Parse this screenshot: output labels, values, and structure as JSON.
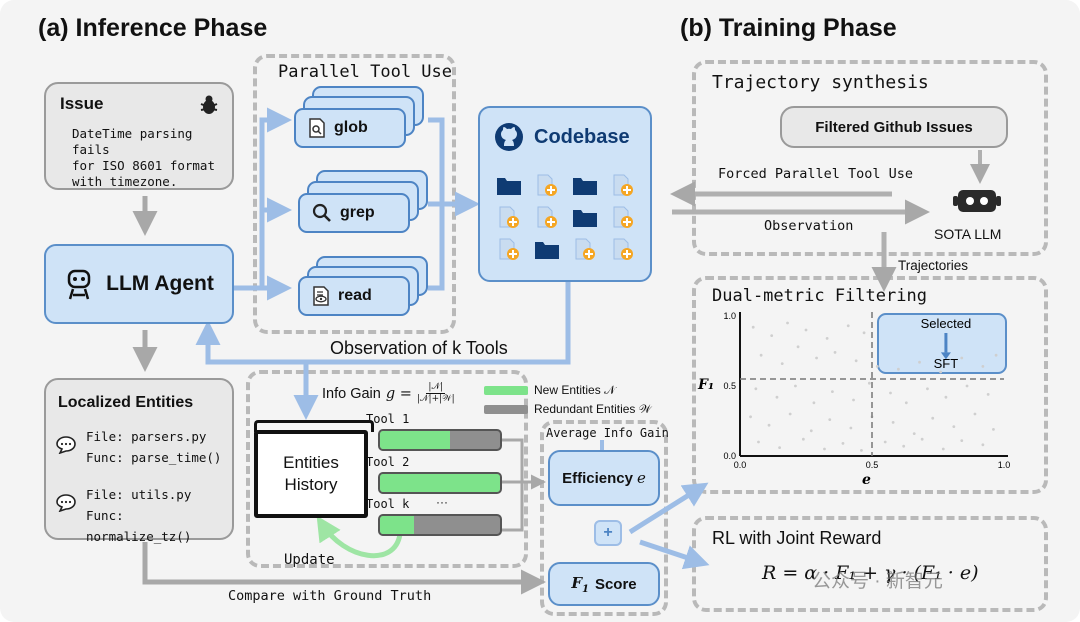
{
  "inference": {
    "title": "(a) Inference Phase",
    "issue": {
      "title": "Issue",
      "line1": "DateTime parsing fails",
      "line2": "for ISO 8601 format",
      "line3": "with timezone."
    },
    "agent_label": "LLM Agent",
    "parallel_title": "Parallel Tool Use",
    "tools": [
      {
        "label": "glob"
      },
      {
        "label": "grep"
      },
      {
        "label": "read"
      }
    ],
    "codebase_label": "Codebase",
    "observation_label": "Observation of k Tools",
    "localized": {
      "title": "Localized Entities",
      "file1": "File: parsers.py",
      "func1": "Func: parse_time()",
      "file2": "File: utils.py",
      "func2": "Func: normalize_tz()"
    },
    "info_gain": {
      "label": "Info Gain",
      "formula_lhs": "g =",
      "numerator": "|𝒩|",
      "denominator": "|𝒩|+|𝒲|",
      "legend_new": "New Entities 𝒩",
      "legend_redundant": "Redundant Entities 𝒲"
    },
    "history_label_1": "Entities",
    "history_label_2": "History",
    "bars": [
      {
        "label": "Tool 1",
        "fraction": 0.58
      },
      {
        "label": "Tool 2",
        "fraction": 1.0
      },
      {
        "label": "Tool k",
        "fraction": 0.28
      }
    ],
    "ellipsis": "···",
    "update_label": "Update",
    "avg_info_gain": "Average Info Gain",
    "efficiency_label": "Efficiency",
    "efficiency_symbol": "e",
    "plus": "+",
    "f1_symbol": "F",
    "f1_sub": "1",
    "f1_word": "Score",
    "compare_label": "Compare with Ground Truth"
  },
  "training": {
    "title": "(b) Training Phase",
    "traj_title": "Trajectory synthesis",
    "filtered_label": "Filtered Github Issues",
    "forced_label": "Forced Parallel Tool Use",
    "observation": "Observation",
    "sota_label": "SOTA LLM",
    "trajectories_label": "Trajectories",
    "dual_title": "Dual-metric Filtering",
    "rl_title": "RL with Joint Reward",
    "reward": "R = α · F₁ + γ · (F₁ · e)",
    "watermark": "公众号 · 新智元"
  },
  "chart_data": {
    "type": "scatter",
    "xlabel": "e",
    "ylabel": "F₁",
    "xlim": [
      0.0,
      1.0
    ],
    "ylim": [
      0.0,
      1.0
    ],
    "x_ticks": [
      "0.0",
      "0.5",
      "1.0"
    ],
    "y_ticks": [
      "0.0",
      "0.5",
      "1.0"
    ],
    "thresholds": {
      "x": 0.5,
      "y": 0.55
    },
    "selected_label": "Selected",
    "sft_label": "SFT",
    "grid": false,
    "points": [
      [
        0.05,
        0.92
      ],
      [
        0.12,
        0.86
      ],
      [
        0.18,
        0.95
      ],
      [
        0.25,
        0.9
      ],
      [
        0.33,
        0.84
      ],
      [
        0.41,
        0.93
      ],
      [
        0.47,
        0.88
      ],
      [
        0.08,
        0.72
      ],
      [
        0.16,
        0.66
      ],
      [
        0.22,
        0.78
      ],
      [
        0.29,
        0.7
      ],
      [
        0.36,
        0.74
      ],
      [
        0.44,
        0.68
      ],
      [
        0.52,
        0.64
      ],
      [
        0.06,
        0.48
      ],
      [
        0.14,
        0.42
      ],
      [
        0.21,
        0.5
      ],
      [
        0.28,
        0.38
      ],
      [
        0.35,
        0.46
      ],
      [
        0.43,
        0.4
      ],
      [
        0.49,
        0.52
      ],
      [
        0.57,
        0.45
      ],
      [
        0.63,
        0.38
      ],
      [
        0.71,
        0.48
      ],
      [
        0.78,
        0.42
      ],
      [
        0.86,
        0.5
      ],
      [
        0.94,
        0.44
      ],
      [
        0.04,
        0.28
      ],
      [
        0.11,
        0.22
      ],
      [
        0.19,
        0.3
      ],
      [
        0.27,
        0.18
      ],
      [
        0.34,
        0.26
      ],
      [
        0.42,
        0.2
      ],
      [
        0.5,
        0.28
      ],
      [
        0.58,
        0.24
      ],
      [
        0.66,
        0.16
      ],
      [
        0.73,
        0.27
      ],
      [
        0.81,
        0.21
      ],
      [
        0.89,
        0.3
      ],
      [
        0.96,
        0.19
      ],
      [
        0.07,
        0.1
      ],
      [
        0.15,
        0.06
      ],
      [
        0.24,
        0.12
      ],
      [
        0.32,
        0.05
      ],
      [
        0.39,
        0.09
      ],
      [
        0.46,
        0.04
      ],
      [
        0.55,
        0.1
      ],
      [
        0.62,
        0.07
      ],
      [
        0.69,
        0.12
      ],
      [
        0.77,
        0.05
      ],
      [
        0.84,
        0.11
      ],
      [
        0.92,
        0.08
      ],
      [
        0.6,
        0.62
      ],
      [
        0.68,
        0.67
      ],
      [
        0.76,
        0.6
      ],
      [
        0.84,
        0.7
      ],
      [
        0.92,
        0.64
      ],
      [
        0.97,
        0.72
      ]
    ]
  },
  "colors": {
    "blue_fill": "#cfe3f7",
    "blue_line": "#5b8fc9",
    "arrow_blue": "#9dbde6",
    "green": "#7de38a",
    "grey_bar": "#8f8f8f"
  }
}
